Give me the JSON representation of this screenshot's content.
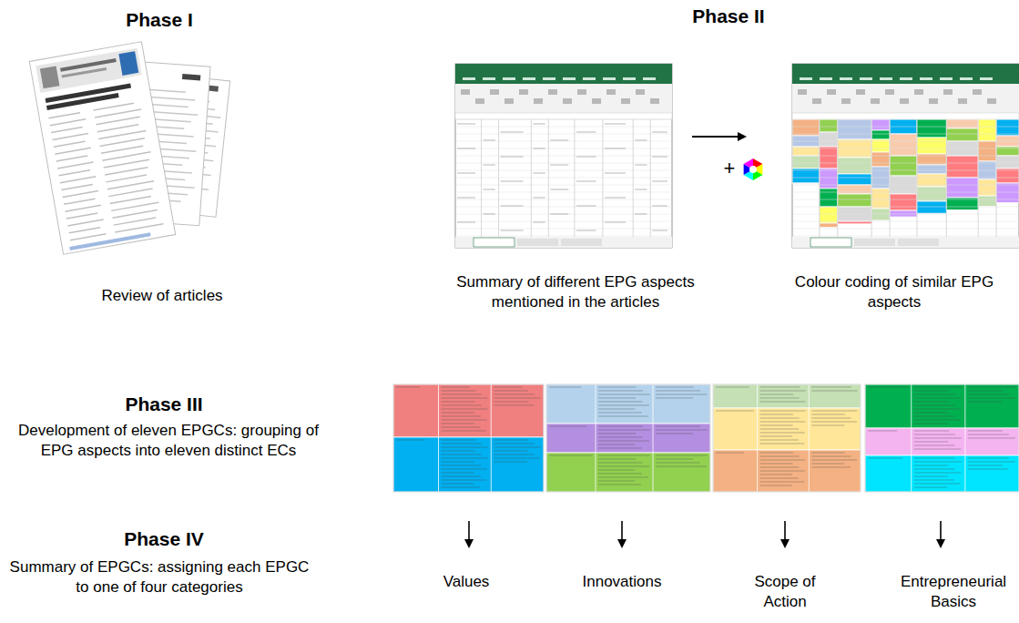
{
  "diagram": {
    "labels": [
      "Phase I",
      "Phase II",
      "Review of articles",
      "Summary of different EPG aspects mentioned in the articles",
      "+",
      "Colour coding of similar EPG aspects",
      "Phase III",
      "Development of eleven EPGCs: grouping of EPG aspects into eleven distinct ECs",
      "Phase IV",
      "Summary of EPGCs: assigning each EPGC to one of four categories",
      "Values",
      "Innovations",
      "Scope of Action",
      "Entrepreneurial Basics"
    ]
  }
}
